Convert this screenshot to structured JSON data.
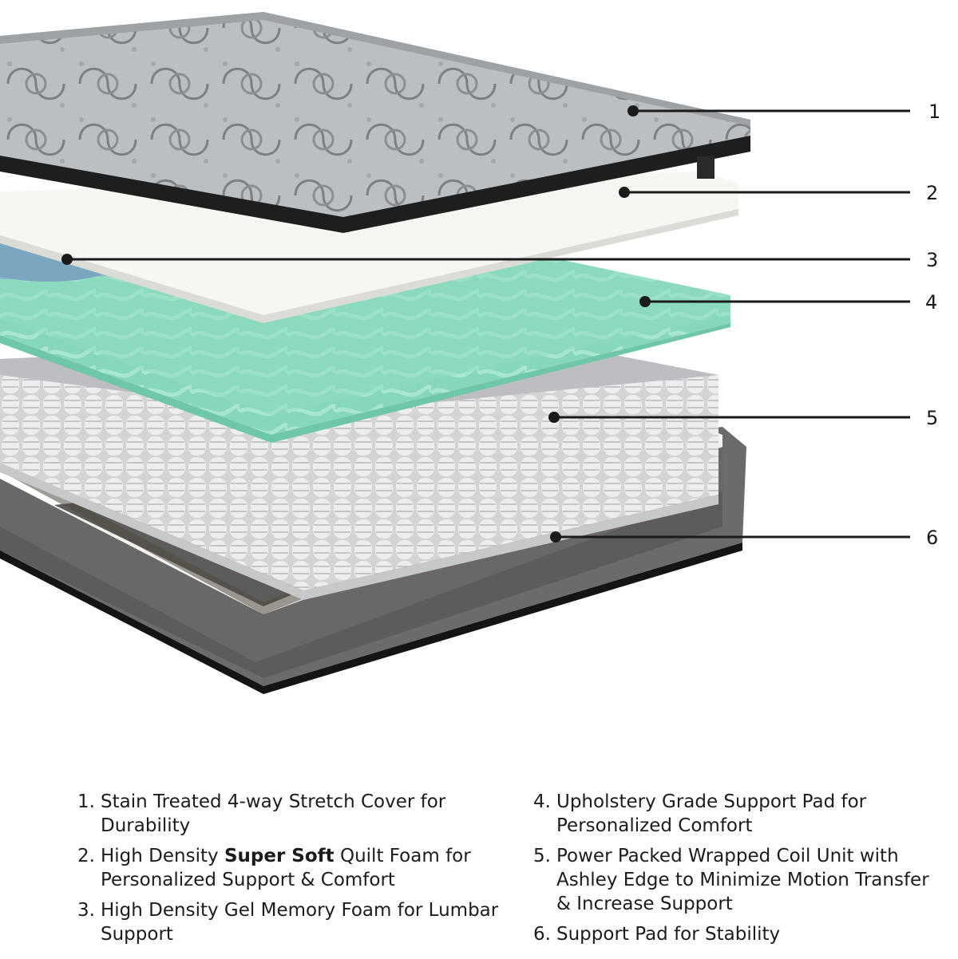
{
  "callouts": [
    "1",
    "2",
    "3",
    "4",
    "5",
    "6"
  ],
  "legend": {
    "left": [
      {
        "num": "1.",
        "text": "Stain Treated 4-way Stretch Cover for Durability"
      },
      {
        "num": "2.",
        "pre": "High Density ",
        "bold": "Super Soft",
        "post": " Quilt Foam for Personalized Support & Comfort"
      },
      {
        "num": "3.",
        "text": "High Density Gel Memory Foam for Lumbar Support"
      }
    ],
    "right": [
      {
        "num": "4.",
        "text": "Upholstery Grade Support Pad for Personalized Comfort"
      },
      {
        "num": "5.",
        "text": "Power Packed Wrapped Coil Unit with Ashley Edge to Minimize Motion Transfer & Increase Support"
      },
      {
        "num": "6.",
        "text": "Support Pad for Stability"
      }
    ]
  },
  "colors": {
    "cover": "#b9bcbf",
    "cover_edge": "#1e1e1e",
    "quilt_foam": "#f4f4f0",
    "gel_foam": "#8fb6cc",
    "support_pad": "#8fdcc2",
    "coils": "#d8d9db",
    "base": "#6a6768"
  }
}
